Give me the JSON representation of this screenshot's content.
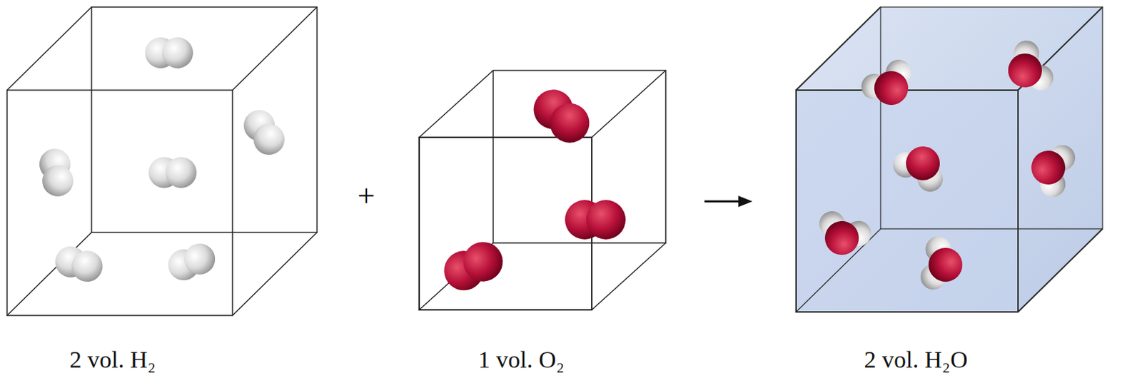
{
  "diagram": {
    "labels": [
      "2 vol. H₂",
      "+",
      "1 vol. O₂",
      "2 vol. H₂O"
    ]
  }
}
